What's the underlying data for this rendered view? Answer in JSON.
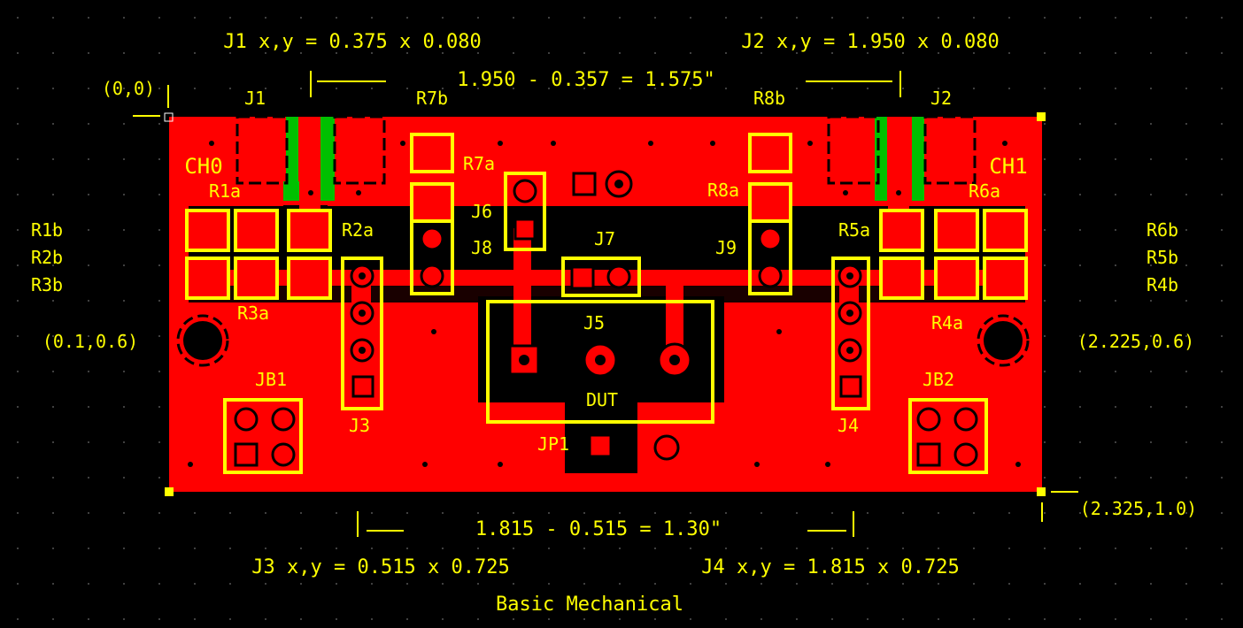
{
  "title": "Basic Mechanical",
  "colors": {
    "background": "#000000",
    "copper": "#ff0000",
    "silkscreen": "#ffff00",
    "keepout": "#000000",
    "paste": "#00c000"
  },
  "dimensions": {
    "j1_coord": "J1 x,y = 0.375 x 0.080",
    "j2_coord": "J2 x,y = 1.950 x 0.080",
    "top_span": "1.950 - 0.357 = 1.575\"",
    "bottom_span": "1.815 - 0.515 = 1.30\"",
    "j3_coord": "J3 x,y = 0.515 x 0.725",
    "j4_coord": "J4 x,y = 1.815 x 0.725",
    "origin": "(0,0)",
    "left_hole": "(0.1,0.6)",
    "right_hole": "(2.225,0.6)",
    "corner": "(2.325,1.0)"
  },
  "labels": {
    "ch0": "CH0",
    "ch1": "CH1",
    "j1": "J1",
    "j2": "J2",
    "j3": "J3",
    "j4": "J4",
    "j5": "J5",
    "j6": "J6",
    "j7": "J7",
    "j8": "J8",
    "j9": "J9",
    "jb1": "JB1",
    "jb2": "JB2",
    "jp1": "JP1",
    "dut": "DUT",
    "r1a": "R1a",
    "r2a": "R2a",
    "r3a": "R3a",
    "r4a": "R4a",
    "r5a": "R5a",
    "r6a": "R6a",
    "r7a": "R7a",
    "r7b": "R7b",
    "r8a": "R8a",
    "r8b": "R8b",
    "r1b": "R1b",
    "r2b": "R2b",
    "r3b": "R3b",
    "r6b": "R6b",
    "r5b": "R5b",
    "r4b": "R4b"
  }
}
